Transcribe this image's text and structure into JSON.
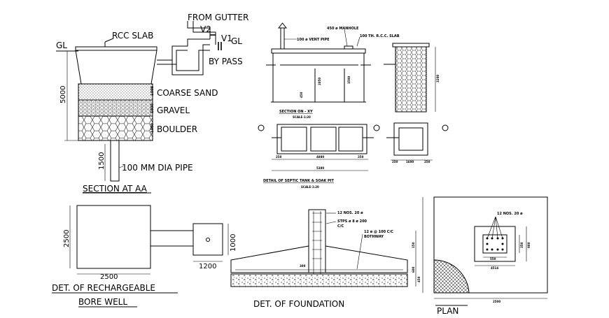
{
  "section_aa": {
    "title": "SECTION AT AA",
    "gl_left": "GL",
    "gl_right": "GL",
    "rcc_slab": "RCC SLAB",
    "from_gutter": "FROM GUTTER",
    "v2": "V2",
    "v1": "V1",
    "by_pass": "BY PASS",
    "coarse_sand": "COARSE SAND",
    "gravel": "GRAVEL",
    "boulder": "BOULDER",
    "depth_5000": "5000",
    "depth_1500": "1500",
    "layer_1000_a": "1000",
    "layer_1000_b": "1000",
    "layer_1000_c": "1000",
    "pipe_label": "100 MM DIA PIPE"
  },
  "septic_section": {
    "title": "SECTION ON - XY",
    "scale": "SCALE-1:20",
    "vent_pipe": "100 ø VENT PIPE",
    "manhole": "450 ø MANHOLE",
    "rcc_slab": "100 TH. R.C.C. SLAB",
    "dim_1500": "1500",
    "dim_2050": "2050",
    "dim_450": "450",
    "soak_height": "3200"
  },
  "septic_plan": {
    "title": "DETAIL OF SEPTIC TANK & SOAK PIT",
    "scale": "SCALE-1:20",
    "dim_250_l": "250",
    "dim_4880": "4880",
    "dim_250_r": "250",
    "dim_5380": "5380",
    "soak_250_l": "250",
    "soak_1600": "1600",
    "soak_250_r": "250"
  },
  "bore_well": {
    "title_line1": "DET. OF RECHARGEABLE",
    "title_line2": "BORE WELL",
    "dim_2500_v": "2500",
    "dim_2500_h": "2500",
    "dim_1000": "1000",
    "dim_1200": "1200"
  },
  "foundation": {
    "title": "DET. OF FOUNDATION",
    "bars_top": "12 NOS. 20 ø",
    "stirrups": "STPS ø 8 ø 200",
    "stirrups_cc": "C/C",
    "mesh": "12 ø @ 100 C/C",
    "mesh_way": "BOTHWAY",
    "dim_300": "300",
    "dim_150": "150",
    "dim_600": "600",
    "dim_450": "450"
  },
  "plan": {
    "title": "PLAN",
    "bars": "12 NOS. 20 ø",
    "col_w": "550",
    "col_h": "350",
    "footing_w": "4514",
    "footing_h": "900",
    "overall_w": "2500"
  }
}
